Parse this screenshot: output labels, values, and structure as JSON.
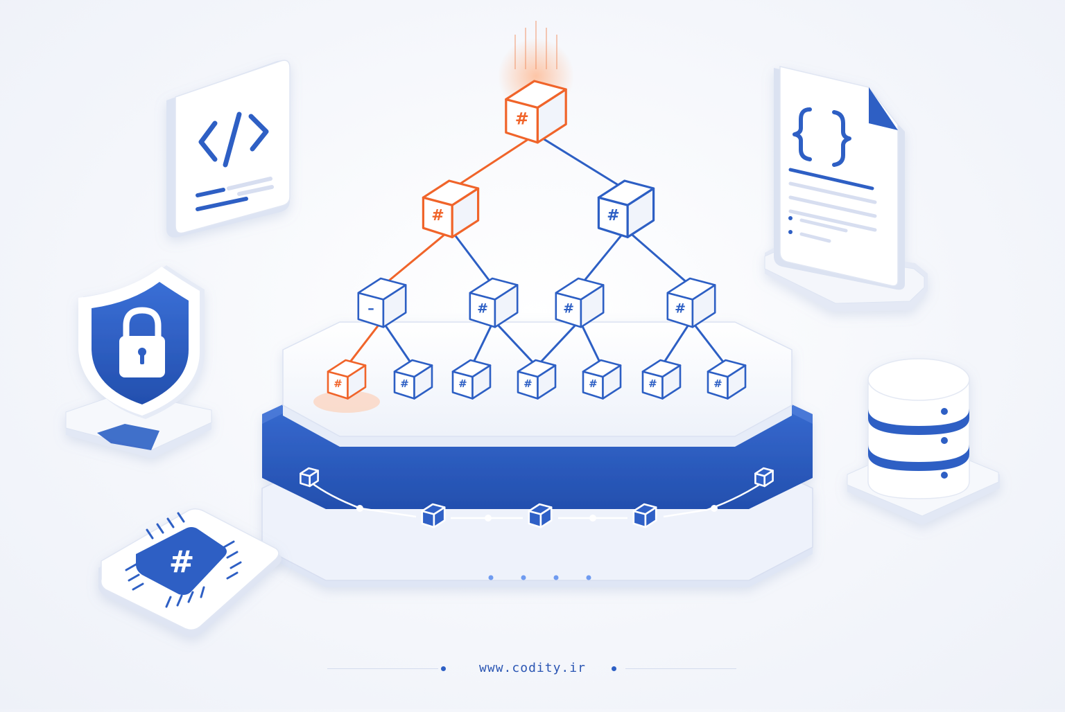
{
  "diagram": {
    "tree_nodes": [
      {
        "id": "root",
        "glyph": "#",
        "highlight": true
      },
      {
        "id": "l1-left",
        "glyph": "#",
        "highlight": true
      },
      {
        "id": "l1-right",
        "glyph": "#",
        "highlight": false
      },
      {
        "id": "l2-1",
        "glyph": "–",
        "highlight": false
      },
      {
        "id": "l2-2",
        "glyph": "#",
        "highlight": false
      },
      {
        "id": "l2-3",
        "glyph": "#",
        "highlight": false
      },
      {
        "id": "l2-4",
        "glyph": "#",
        "highlight": false
      },
      {
        "id": "l3-1",
        "glyph": "#",
        "highlight": true
      },
      {
        "id": "l3-2",
        "glyph": "#",
        "highlight": false
      },
      {
        "id": "l3-3",
        "glyph": "#",
        "highlight": false
      },
      {
        "id": "l3-4",
        "glyph": "#",
        "highlight": false
      },
      {
        "id": "l3-5",
        "glyph": "#",
        "highlight": false
      },
      {
        "id": "l3-6",
        "glyph": "#",
        "highlight": false
      },
      {
        "id": "l3-7",
        "glyph": "#",
        "highlight": false
      }
    ],
    "side_icons": {
      "code_card": {
        "icon": "code-brackets-icon",
        "glyph": "</>"
      },
      "json_doc": {
        "icon": "curly-braces-file-icon",
        "glyph": "{ }"
      },
      "shield": {
        "icon": "shield-lock-icon"
      },
      "database": {
        "icon": "database-icon"
      },
      "chip": {
        "icon": "hash-chip-icon",
        "glyph": "#"
      }
    }
  },
  "colors": {
    "accent_blue": "#2d5fc4",
    "accent_orange": "#f0642a",
    "surface": "#ffffff",
    "stroke_light": "#d7def0"
  },
  "footer": {
    "url": "www.codity.ir"
  }
}
